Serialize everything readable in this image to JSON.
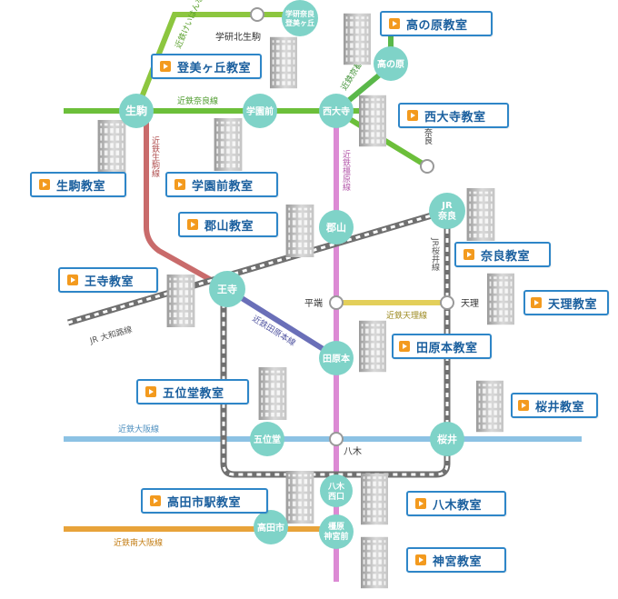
{
  "stations": {
    "ikoma": "生駒",
    "gakuenmae": "学園前",
    "saidaiji": "西大寺",
    "takanohara": "高の原",
    "gakken_nara": "学研奈良\n登美ヶ丘",
    "gakken_kita_ikoma": "学研北生駒",
    "nara_kintetsu": "奈良",
    "koriyama": "郡山",
    "jr_nara": "JR\n奈良",
    "oji": "王寺",
    "hirahata": "平端",
    "tenri": "天理",
    "tawaramoto": "田原本",
    "goido": "五位堂",
    "yagi": "八木",
    "sakurai": "桜井",
    "yaginishiguchi": "八木\n西口",
    "takadashi": "高田市",
    "kashiharajingumae": "橿原\n神宮前"
  },
  "lines": {
    "keihanna": "近鉄けいはんな線",
    "nara_line": "近鉄奈良線",
    "kyoto_line": "近鉄京都線",
    "ikoma_line": "近鉄生駒線",
    "kashihara_line": "近鉄橿原線",
    "sakurai_line": "JR桜井線",
    "yamatoji": "JR 大和路線",
    "tawaramoto_line": "近鉄田原本線",
    "tenri_line": "近鉄天理線",
    "osaka_line": "近鉄大阪線",
    "minami_osaka_line": "近鉄南大阪線"
  },
  "classrooms": {
    "takanohara": "高の原教室",
    "tomigaoka": "登美ヶ丘教室",
    "saidaiji": "西大寺教室",
    "ikoma": "生駒教室",
    "gakuenmae": "学園前教室",
    "koriyama": "郡山教室",
    "nara": "奈良教室",
    "oji": "王寺教室",
    "tenri": "天理教室",
    "tawaramoto": "田原本教室",
    "goido": "五位堂教室",
    "sakurai": "桜井教室",
    "takadashi_eki": "高田市駅教室",
    "yagi": "八木教室",
    "jingu": "神宮教室"
  },
  "colors": {
    "keihanna_green": "#8cc63f",
    "nara_line_green": "#6cbf3a",
    "ikoma_line_red": "#c96b6b",
    "kashihara_pink": "#dc8ad4",
    "kyoto_line_green": "#5ab84a",
    "tawaramoto_blue": "#6a6fb8",
    "tenri_yellow": "#e3cf5a",
    "osaka_line_blue": "#8cc2e4",
    "minami_osaka_orange": "#e8a33a",
    "jr_gray": "#707070",
    "station_teal": "#7fd3c8",
    "callout_border": "#2e86c8",
    "callout_text": "#1a5f9e",
    "arrow_orange": "#f39a1e"
  }
}
